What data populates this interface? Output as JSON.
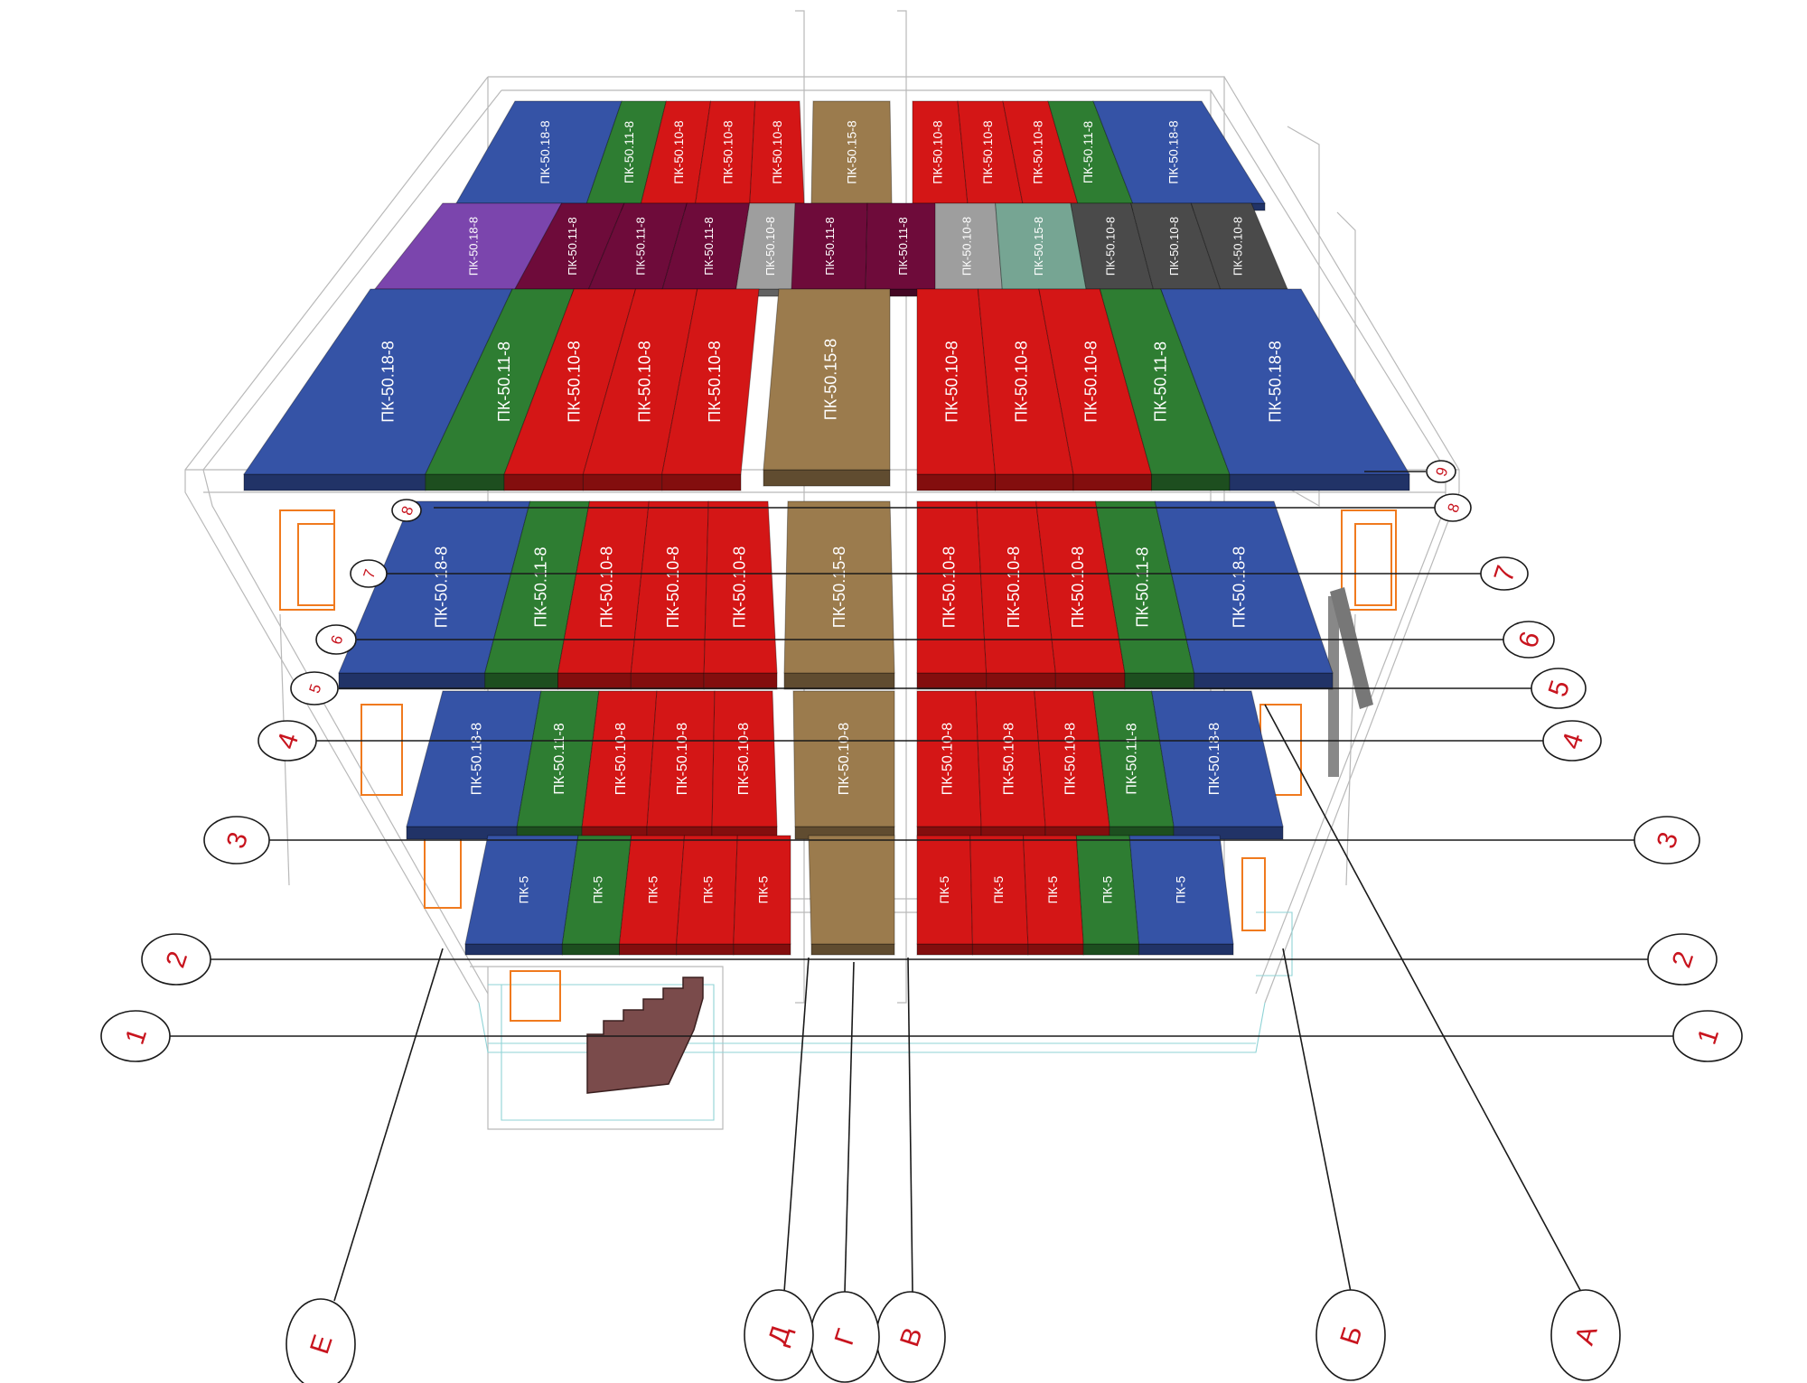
{
  "colors": {
    "blue": "#3553a6",
    "green": "#2e7d32",
    "red": "#d41616",
    "brown": "#9b7b4d",
    "purple": "#7b45ad",
    "maroon": "#6e0b3a",
    "gray": "#9e9e9e",
    "teal": "#76a593",
    "dark": "#4a4a4a",
    "label": "#c8141e"
  },
  "slab_labels": {
    "p18": "ПК-50.18-8",
    "p11": "ПК-50.11-8",
    "p10": "ПК-50.10-8",
    "p15": "ПК-50.15-8",
    "p10_short": "ПК-5"
  },
  "floor_axes": [
    "1",
    "2",
    "3",
    "4",
    "5",
    "6",
    "7",
    "8",
    "9"
  ],
  "grid_axes": [
    "А",
    "Б",
    "В",
    "Г",
    "Д",
    "Е"
  ]
}
